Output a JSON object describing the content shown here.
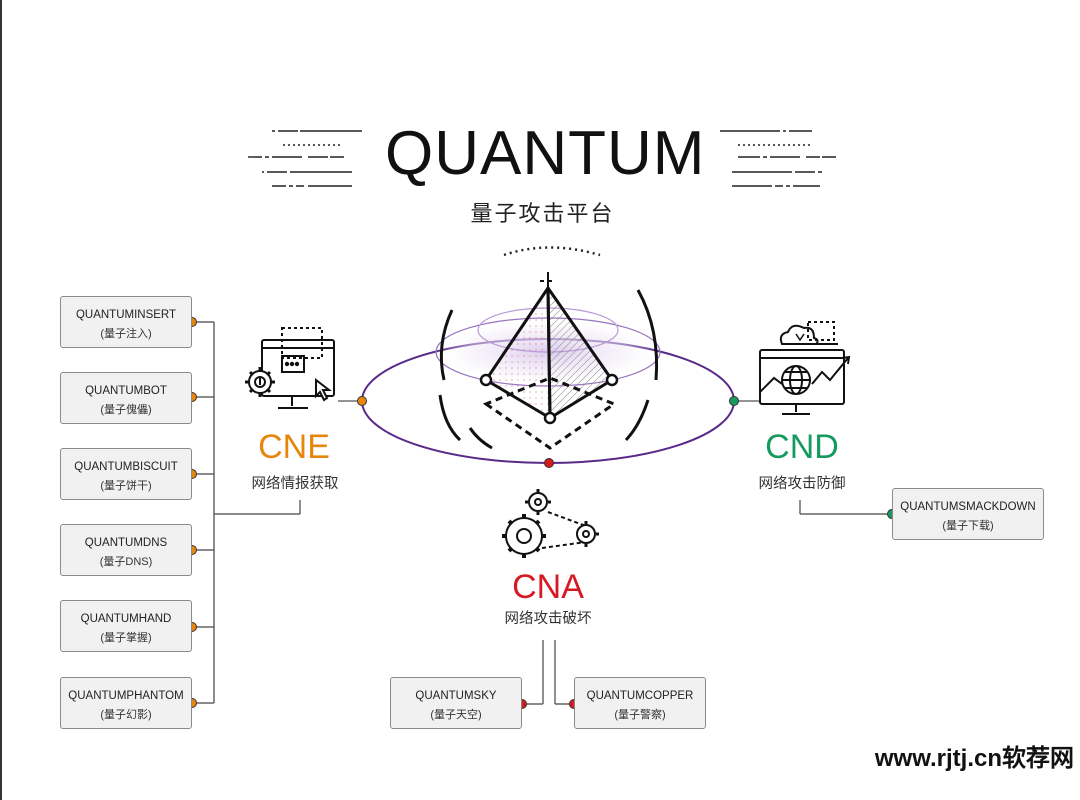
{
  "header": {
    "title": "QUANTUM",
    "subtitle": "量子攻击平台"
  },
  "colors": {
    "cne": "#e8860c",
    "cnd": "#179a5f",
    "cna": "#d61a24",
    "ellipse": "#5a2a8a"
  },
  "cne": {
    "label": "CNE",
    "desc": "网络情报获取",
    "icon": "computer-gear-cursor-icon",
    "items": [
      {
        "name": "QUANTUMINSERT",
        "sub": "(量子注入)"
      },
      {
        "name": "QUANTUMBOT",
        "sub": "(量子傀儡)"
      },
      {
        "name": "QUANTUMBISCUIT",
        "sub": "(量子饼干)"
      },
      {
        "name": "QUANTUMDNS",
        "sub": "(量子DNS)"
      },
      {
        "name": "QUANTUMHAND",
        "sub": "(量子掌握)"
      },
      {
        "name": "QUANTUMPHANTOM",
        "sub": "(量子幻影)"
      }
    ]
  },
  "cnd": {
    "label": "CND",
    "desc": "网络攻击防御",
    "icon": "monitor-globe-chart-icon",
    "items": [
      {
        "name": "QUANTUMSMACKDOWN",
        "sub": "(量子下载)"
      }
    ]
  },
  "cna": {
    "label": "CNA",
    "desc": "网络攻击破坏",
    "icon": "gears-chain-icon",
    "items": [
      {
        "name": "QUANTUMSKY",
        "sub": "(量子天空)"
      },
      {
        "name": "QUANTUMCOPPER",
        "sub": "(量子警察)"
      }
    ]
  },
  "watermark": "www.rjtj.cn软荐网"
}
